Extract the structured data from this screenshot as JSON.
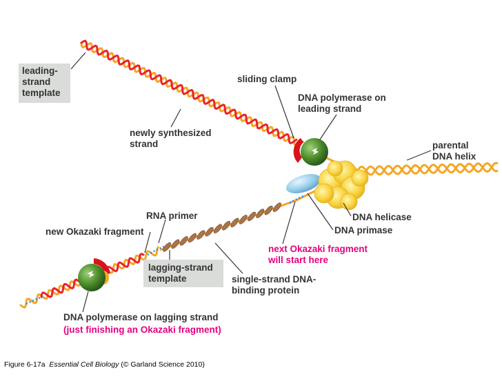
{
  "labels": {
    "leading_template": [
      "leading-",
      "strand",
      "template"
    ],
    "sliding_clamp": "sliding clamp",
    "pol_leading": [
      "DNA polymerase on",
      "leading strand"
    ],
    "newly_synth": [
      "newly synthesized",
      "strand"
    ],
    "parental": [
      "parental",
      "DNA helix"
    ],
    "rna_primer": "RNA primer",
    "new_okazaki": "new Okazaki fragment",
    "helicase": "DNA helicase",
    "primase": "DNA primase",
    "next_okazaki": [
      "next Okazaki fragment",
      "will start here"
    ],
    "lagging_template": [
      "lagging-strand",
      "template"
    ],
    "ssb": [
      "single-strand DNA-",
      "binding protein"
    ],
    "pol_lagging": "DNA polymerase on lagging strand",
    "pol_lagging_note": "(just finishing an Okazaki fragment)"
  },
  "caption": {
    "figure": "Figure 6-17a",
    "book": "Essential Cell Biology",
    "credit": "(© Garland Science 2010)"
  },
  "colors": {
    "template_strand": "#f5a623",
    "new_strand": "#e8242b",
    "rna_primer": "#1e90ff",
    "polymerase": "#4e8f2a",
    "clamp": "#d9131a",
    "helicase": "#f7d23a",
    "primase": "#8cc8e8",
    "ssb": "#a8754a",
    "label_text": "#333333",
    "highlight_text": "#e6007e",
    "label_box": "#d9dcd9"
  }
}
